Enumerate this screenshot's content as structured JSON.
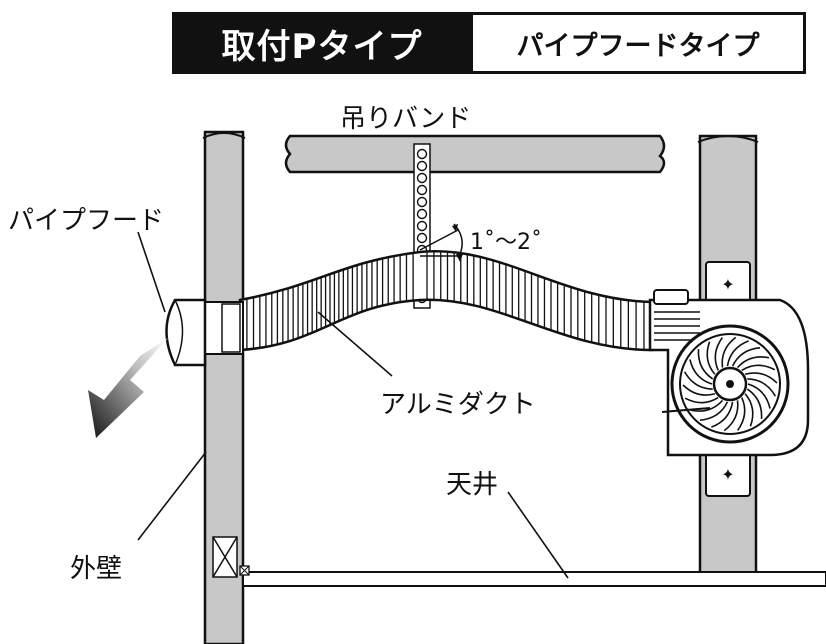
{
  "header": {
    "mount_type": "取付Pタイプ",
    "hood_type": "パイプフードタイプ"
  },
  "labels": {
    "hanging_band": "吊りバンド",
    "pipe_hood": "パイプフード",
    "slope": "1˚～2˚",
    "aluminum_duct": "アルミダクト",
    "ceiling": "天井",
    "outer_wall": "外壁"
  },
  "colors": {
    "beam_fill": "#c8c8c8",
    "ink": "#111111",
    "paper": "#ffffff"
  }
}
